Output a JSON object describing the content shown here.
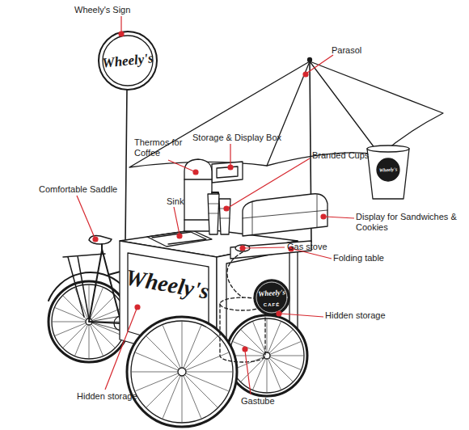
{
  "diagram": {
    "labels": [
      "Wheely's Sign",
      "Wheely's",
      "Parasol",
      "Storage & Display Box",
      "Thermos for Coffee",
      "Branded Cups",
      "Wheely's",
      "Comfortable Saddle",
      "Sink",
      "Display for Sandwiches & Cookies",
      "Gas stove",
      "Folding table",
      "Wheely's",
      "Wheely's",
      "CAFÉ",
      "Hidden storage",
      "Hidden storage",
      "Gastube"
    ]
  }
}
